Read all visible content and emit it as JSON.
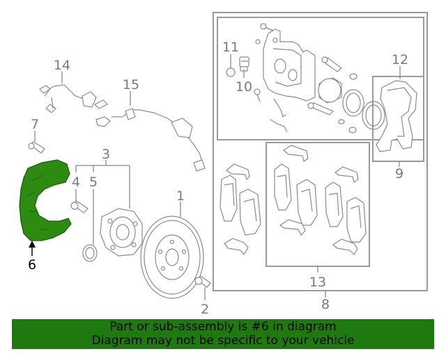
{
  "diagram": {
    "callouts": {
      "c1": "1",
      "c2": "2",
      "c3": "3",
      "c4": "4",
      "c5": "5",
      "c6": "6",
      "c7": "7",
      "c8": "8",
      "c9": "9",
      "c10": "10",
      "c11": "11",
      "c12": "12",
      "c13": "13",
      "c14": "14",
      "c15": "15"
    },
    "highlighted_part": "6",
    "highlight_color": "#2e8b12"
  },
  "banner": {
    "line1": "Part or sub-assembly is #6 in diagram",
    "line2": "Diagram may not be specific to your vehicle",
    "background": "#1e7a0f"
  }
}
